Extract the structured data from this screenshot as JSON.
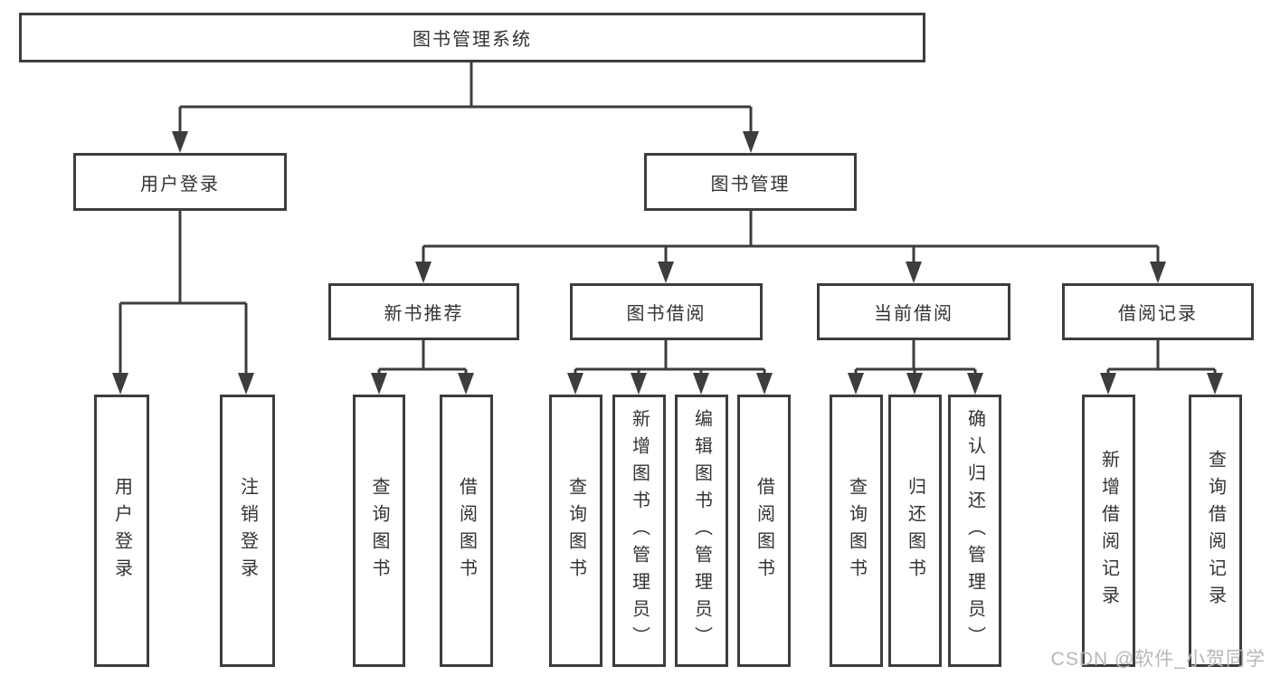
{
  "tree": {
    "root": {
      "label": "图书管理系统"
    },
    "user_login": {
      "label": "用户登录",
      "children": [
        {
          "label": "用户登录"
        },
        {
          "label": "注销登录"
        }
      ]
    },
    "book_mgmt": {
      "label": "图书管理",
      "children": {
        "new_book": {
          "label": "新书推荐",
          "children": [
            {
              "label": "查询图书"
            },
            {
              "label": "借阅图书"
            }
          ]
        },
        "book_borrow": {
          "label": "图书借阅",
          "children": [
            {
              "label": "查询图书"
            },
            {
              "label": "新增图书（管理员）"
            },
            {
              "label": "编辑图书（管理员）"
            },
            {
              "label": "借阅图书"
            }
          ]
        },
        "current_borrow": {
          "label": "当前借阅",
          "children": [
            {
              "label": "查询图书"
            },
            {
              "label": "归还图书"
            },
            {
              "label": "确认归还（管理员）"
            }
          ]
        },
        "borrow_record": {
          "label": "借阅记录",
          "children": [
            {
              "label": "新增借阅记录"
            },
            {
              "label": "查询借阅记录"
            }
          ]
        }
      }
    }
  },
  "watermark": {
    "text": "CSDN @软件_小贺同学"
  },
  "colors": {
    "line": "#3d3d3d",
    "text": "#333333",
    "watermark": "#b8b8b8",
    "background": "#ffffff"
  }
}
